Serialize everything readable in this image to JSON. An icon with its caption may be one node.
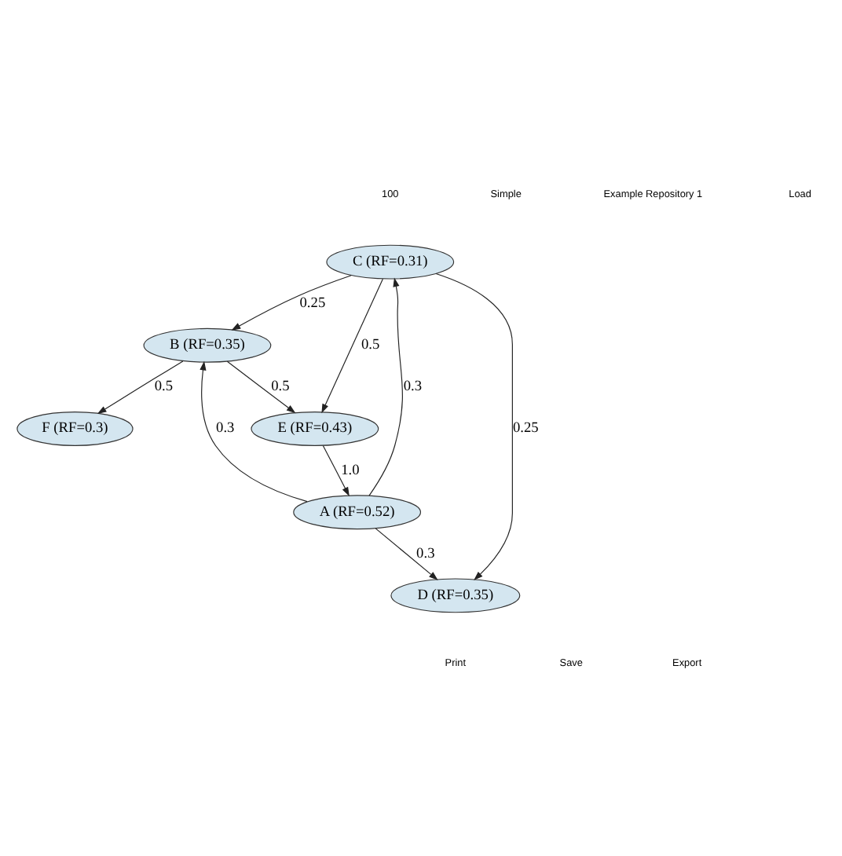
{
  "diagram": {
    "nodes": [
      {
        "text": [
          "C (RF=0.31)"
        ]
      },
      {
        "text": [
          "B (RF=0.35)"
        ]
      },
      {
        "text": [
          "F (RF=0.3)"
        ]
      },
      {
        "text": [
          "E (RF=0.43)"
        ]
      },
      {
        "text": [
          "A (RF=0.52)"
        ]
      },
      {
        "text": [
          "D (RF=0.35)"
        ]
      }
    ],
    "edges": [
      {
        "from": 0,
        "to": 1,
        "arrow": "to",
        "label": "0.25"
      },
      {
        "from": 0,
        "to": 3,
        "arrow": "to",
        "label": "0.5"
      },
      {
        "from": 0,
        "to": 5,
        "arrow": "to",
        "label": "0.25"
      },
      {
        "from": 1,
        "to": 2,
        "arrow": "to",
        "label": "0.5"
      },
      {
        "from": 1,
        "to": 3,
        "arrow": "to",
        "label": "0.5"
      },
      {
        "from": 4,
        "to": 1,
        "arrow": "to",
        "label": "0.3"
      },
      {
        "from": 3,
        "to": 4,
        "arrow": "to",
        "label": "1.0"
      },
      {
        "from": 4,
        "to": 0,
        "arrow": "to",
        "label": "0.3"
      },
      {
        "from": 4,
        "to": 5,
        "arrow": "to",
        "label": "0.3"
      }
    ],
    "labels": [
      "100",
      "Simple",
      "Example Repository 1",
      "Load",
      "Print",
      "Save",
      "Export"
    ]
  }
}
